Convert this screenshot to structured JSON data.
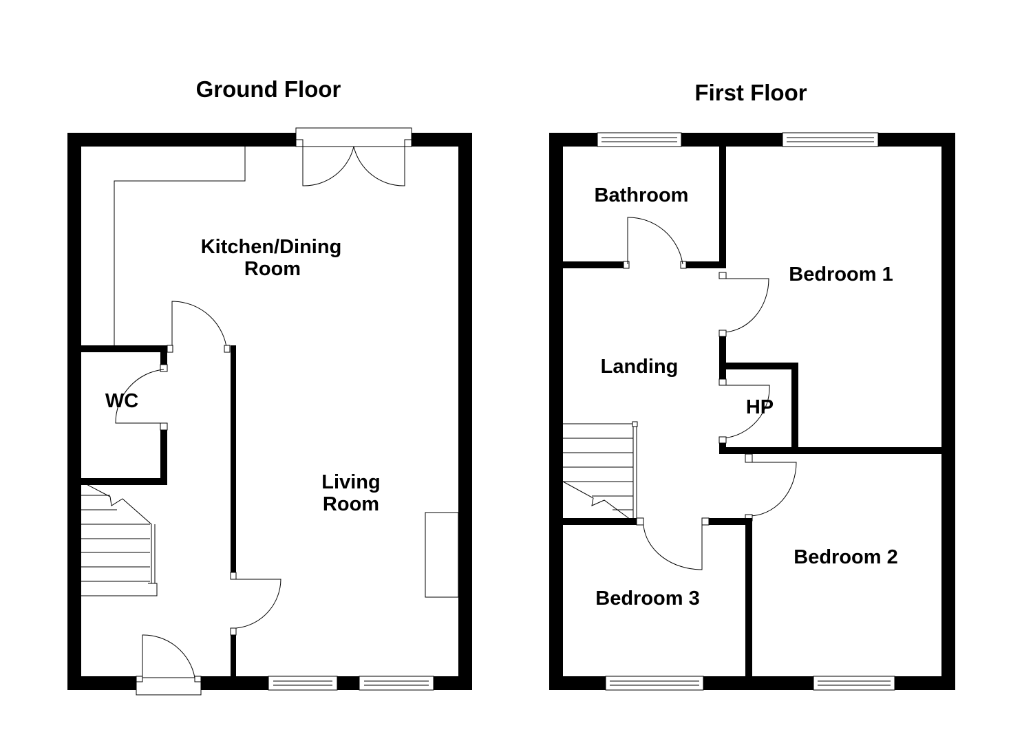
{
  "ground_floor": {
    "title": "Ground Floor",
    "rooms": {
      "kitchen_line1": "Kitchen/Dining",
      "kitchen_line2": "Room",
      "wc": "WC",
      "living_line1": "Living",
      "living_line2": "Room"
    }
  },
  "first_floor": {
    "title": "First Floor",
    "rooms": {
      "bathroom": "Bathroom",
      "bedroom1": "Bedroom 1",
      "landing": "Landing",
      "hp": "HP",
      "bedroom2": "Bedroom 2",
      "bedroom3": "Bedroom 3"
    }
  },
  "colors": {
    "wall": "#000000",
    "background": "#ffffff"
  }
}
